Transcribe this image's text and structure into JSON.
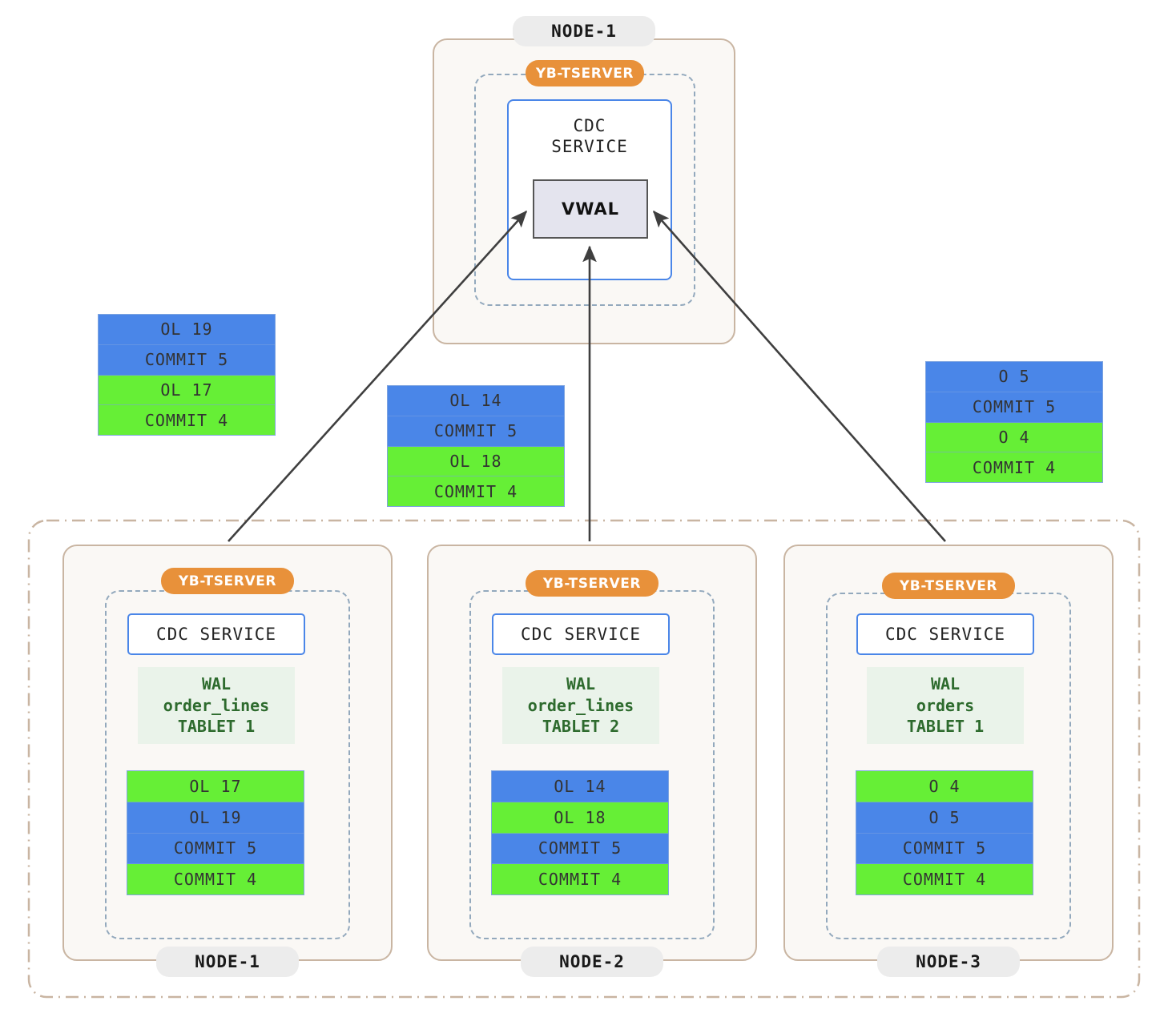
{
  "top_node": {
    "label": "NODE-1",
    "tserver_label": "YB-TSERVER",
    "cdc_line1": "CDC",
    "cdc_line2": "SERVICE",
    "vwal_label": "VWAL"
  },
  "stacks": {
    "left": {
      "name": "left-record-stack",
      "rows": [
        {
          "text": "OL 19",
          "color": "blue"
        },
        {
          "text": "COMMIT 5",
          "color": "blue"
        },
        {
          "text": "OL 17",
          "color": "green"
        },
        {
          "text": "COMMIT 4",
          "color": "green"
        }
      ]
    },
    "middle": {
      "name": "middle-record-stack",
      "rows": [
        {
          "text": "OL 14",
          "color": "blue"
        },
        {
          "text": "COMMIT 5",
          "color": "blue"
        },
        {
          "text": "OL 18",
          "color": "green"
        },
        {
          "text": "COMMIT 4",
          "color": "green"
        }
      ]
    },
    "right": {
      "name": "right-record-stack",
      "rows": [
        {
          "text": "O 5",
          "color": "blue"
        },
        {
          "text": "COMMIT 5",
          "color": "blue"
        },
        {
          "text": "O 4",
          "color": "green"
        },
        {
          "text": "COMMIT 4",
          "color": "green"
        }
      ]
    }
  },
  "bottom_nodes": [
    {
      "label": "NODE-1",
      "tserver_label": "YB-TSERVER",
      "cdc_label": "CDC SERVICE",
      "wal": {
        "line1": "WAL",
        "line2": "order_lines",
        "line3": "TABLET 1"
      },
      "rows": [
        {
          "text": "OL 17",
          "color": "green"
        },
        {
          "text": "OL 19",
          "color": "blue"
        },
        {
          "text": "COMMIT 5",
          "color": "blue"
        },
        {
          "text": "COMMIT 4",
          "color": "green"
        }
      ]
    },
    {
      "label": "NODE-2",
      "tserver_label": "YB-TSERVER",
      "cdc_label": "CDC SERVICE",
      "wal": {
        "line1": "WAL",
        "line2": "order_lines",
        "line3": "TABLET 2"
      },
      "rows": [
        {
          "text": "OL 14",
          "color": "blue"
        },
        {
          "text": "OL 18",
          "color": "green"
        },
        {
          "text": "COMMIT 5",
          "color": "blue"
        },
        {
          "text": "COMMIT 4",
          "color": "green"
        }
      ]
    },
    {
      "label": "NODE-3",
      "tserver_label": "YB-TSERVER",
      "cdc_label": "CDC SERVICE",
      "wal": {
        "line1": "WAL",
        "line2": "orders",
        "line3": "TABLET 1"
      },
      "rows": [
        {
          "text": "O 4",
          "color": "green"
        },
        {
          "text": "O 5",
          "color": "blue"
        },
        {
          "text": "COMMIT 5",
          "color": "blue"
        },
        {
          "text": "COMMIT 4",
          "color": "green"
        }
      ]
    }
  ],
  "colors": {
    "blue": "#4a86e8",
    "green": "#66ef36",
    "tserver_orange": "#e8913a",
    "node_border": "#c9b5a2",
    "node_fill": "#faf8f5",
    "dashed_blue_gray": "#93a9bd",
    "cdc_blue": "#4a86e8",
    "wal_green_text": "#2e6b2e",
    "wal_fill": "#eaf3ea",
    "vwal_fill": "#e4e4ee",
    "vwal_border": "#555555",
    "pill_gray": "#ececec",
    "arrow": "#3f3f3f"
  }
}
